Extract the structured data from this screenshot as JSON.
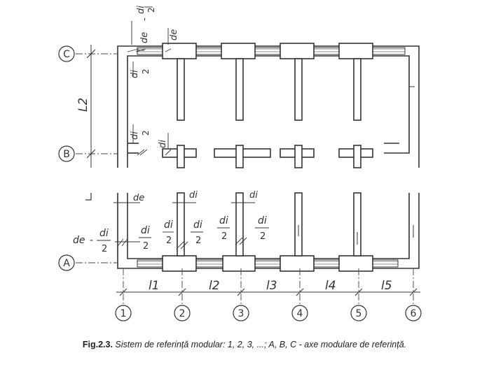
{
  "axes": {
    "rows": [
      {
        "id": "row-c",
        "label": "C"
      },
      {
        "id": "row-b",
        "label": "B"
      },
      {
        "id": "row-a",
        "label": "A"
      }
    ],
    "columns": [
      {
        "id": "col-1",
        "label": "1"
      },
      {
        "id": "col-2",
        "label": "2"
      },
      {
        "id": "col-3",
        "label": "3"
      },
      {
        "id": "col-4",
        "label": "4"
      },
      {
        "id": "col-5",
        "label": "5"
      },
      {
        "id": "col-6",
        "label": "6"
      }
    ]
  },
  "dimensions": {
    "span_l1": "l1",
    "span_l2": "l2",
    "span_l3": "l3",
    "span_l4": "l4",
    "span_l5": "l5",
    "span_L2": "L2"
  },
  "symbols": {
    "de": "de",
    "di": "di",
    "two": "2",
    "dash": "-"
  },
  "caption": {
    "figure": "Fig.2.3.",
    "text": "Sistem de referință modular: 1, 2, 3, ...; A, B, C - axe modulare de referință."
  }
}
